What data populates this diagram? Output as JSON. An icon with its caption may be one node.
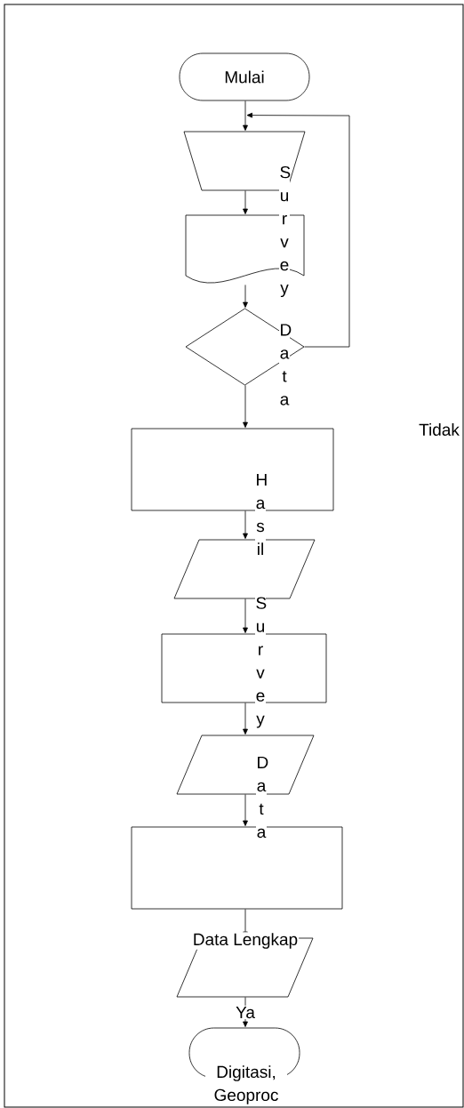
{
  "diagram": {
    "nodes": [
      {
        "text": [
          "Mulai"
        ]
      },
      {
        "text": [],
        "shape": "trapezoid"
      },
      {
        "text": [],
        "shape": "document"
      },
      {
        "text": [],
        "shape": "diamond"
      },
      {
        "text": [],
        "shape": "box"
      },
      {
        "text": [],
        "shape": "parallelogram"
      },
      {
        "text": [],
        "shape": "box"
      },
      {
        "text": [],
        "shape": "parallelogram"
      },
      {
        "text": [],
        "shape": "box"
      },
      {
        "text": [],
        "shape": "parallelogram"
      },
      {
        "text": [
          "Digitasi, Geoproc"
        ]
      }
    ],
    "edges": [
      {
        "from": 0,
        "to": 1,
        "arrow": "to"
      },
      {
        "from": 1,
        "to": 2,
        "arrow": "to"
      },
      {
        "from": 2,
        "to": 3,
        "arrow": "to"
      },
      {
        "from": 3,
        "to": 1,
        "arrow": "to"
      },
      {
        "from": 3,
        "to": 4,
        "arrow": "to"
      },
      {
        "from": 4,
        "to": 5,
        "arrow": "to"
      },
      {
        "from": 5,
        "to": 6,
        "arrow": "to"
      },
      {
        "from": 6,
        "to": 7,
        "arrow": "to"
      },
      {
        "from": 7,
        "to": 8,
        "arrow": "to"
      },
      {
        "from": 8,
        "to": 9,
        "arrow": "to"
      },
      {
        "from": 9,
        "to": 10,
        "arrow": "to",
        "label": "Ya"
      }
    ],
    "labels": [
      "Survey",
      "Data",
      "Tidak",
      "Hasil",
      "Survey",
      "Data",
      "Data Lengkap"
    ]
  }
}
